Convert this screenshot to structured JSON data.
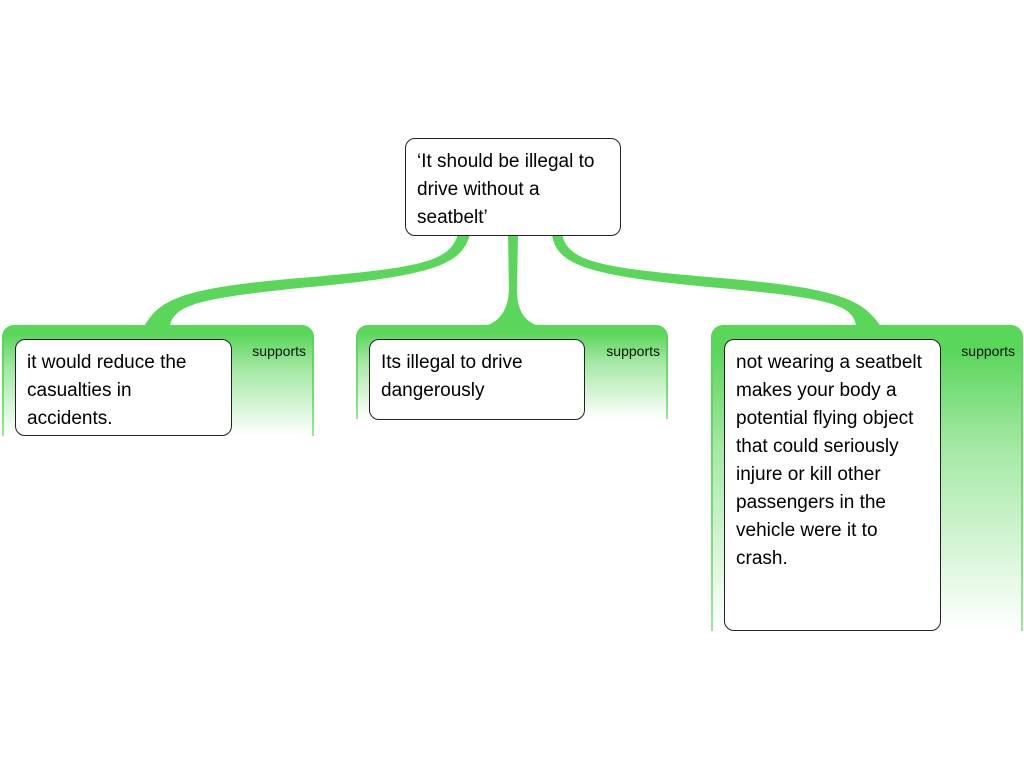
{
  "claim": "‘It should be illegal to drive without a seatbelt’",
  "reasons": [
    {
      "relation": "supports",
      "text": "it would reduce the casualties in accidents."
    },
    {
      "relation": "supports",
      "text": "Its illegal to drive dangerously"
    },
    {
      "relation": "supports",
      "text": "not wearing a seatbelt makes your body a potential flying object that could seriously injure or kill other passengers in the vehicle were it to crash."
    }
  ],
  "colors": {
    "link": "#5ad65a"
  }
}
